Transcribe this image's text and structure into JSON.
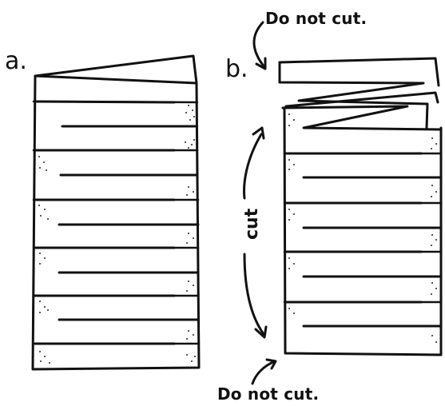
{
  "diagram": {
    "panel_a": {
      "label": "a."
    },
    "panel_b": {
      "label": "b.",
      "note_top": "Do not cut.",
      "note_bottom": "Do not cut.",
      "cut_label": "cut"
    }
  }
}
